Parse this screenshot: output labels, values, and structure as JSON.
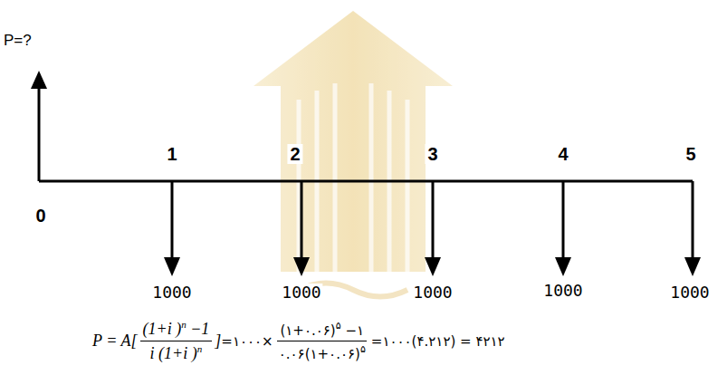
{
  "diagram": {
    "labels": [
      "P=?",
      "0",
      "1",
      "2",
      "3",
      "4",
      "5",
      "1000",
      "1000",
      "1000",
      "1000",
      "1000",
      "P = A[",
      "(1+i )",
      "n",
      " −1",
      "i (1+i )",
      "n",
      "]",
      "=۱۰۰۰×",
      "(۱+۰.۰۶)",
      "۵",
      " −۱",
      "۰.۰۶(۱+۰.۰۶)",
      "۵",
      "=۱۰۰۰(۴.۲۱۲) = ۴۲۱۲"
    ]
  }
}
